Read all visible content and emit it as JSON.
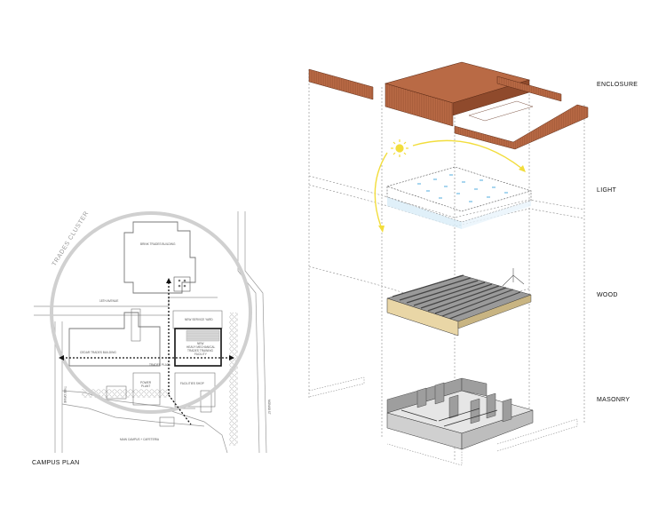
{
  "campus_plan": {
    "caption": "CAMPUS PLAN",
    "circle_label": "TRADES CLUSTER",
    "labels": {
      "brink": "BRINK TRADES BUILDING",
      "avenue": "18TH AVENUE",
      "new_service_yard": "NEW SERVICE YARD",
      "new_facility_1": "NEW",
      "new_facility_2": "HEAVY MECHANICAL",
      "new_facility_3": "TRADES TRAINING",
      "new_facility_4": "FACILITY",
      "cedar": "CEDAR TRADES BUILDING",
      "plaza": "TRADES PLAZA",
      "power_1": "POWER",
      "power_2": "PLANT",
      "facilities_shop": "FACILITIES SHOP",
      "main_campus": "MAIN CAMPUS + CAFETERIA",
      "street_right": "MONAB ST",
      "street_left": "TYEE DRIVE"
    }
  },
  "axon": {
    "layers": [
      {
        "key": "enclosure",
        "label": "ENCLOSURE"
      },
      {
        "key": "light",
        "label": "LIGHT"
      },
      {
        "key": "wood",
        "label": "WOOD"
      },
      {
        "key": "masonry",
        "label": "MASONRY"
      }
    ],
    "colors": {
      "brick": "#b96a45",
      "brick_dark": "#8f4a2c",
      "sun": "#f2dd3c",
      "skylight": "#a9d6ef",
      "wood": "#e9d6a6",
      "masonry": "#bdbdbd"
    }
  }
}
